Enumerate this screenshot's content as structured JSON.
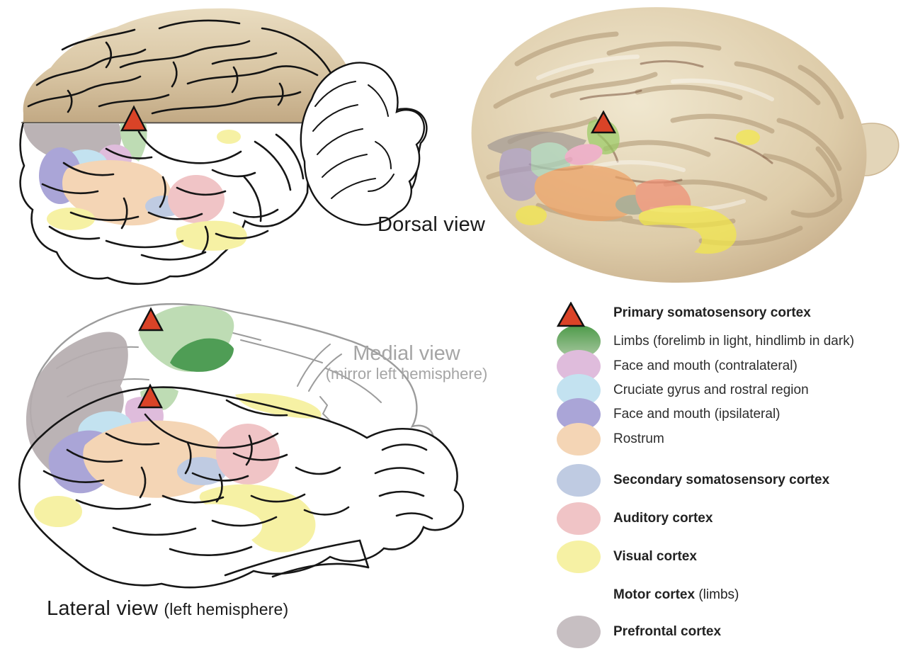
{
  "panels": {
    "dorsal": {
      "label": "Dorsal view"
    },
    "medial": {
      "label": "Medial view",
      "sublabel": "(mirror left hemisphere)"
    },
    "lateral": {
      "label": "Lateral view",
      "sublabel": "(left hemisphere)"
    }
  },
  "legend": {
    "title": "Primary somatosensory cortex",
    "primary_items": [
      {
        "name": "limbs",
        "label": "Limbs (forelimb in light, hindlimb in dark)",
        "color": "#4d9b49",
        "color2": "#a9c8a1"
      },
      {
        "name": "face-mouth-contralateral",
        "label": "Face and mouth (contralateral)",
        "color": "#dfbcdc"
      },
      {
        "name": "cruciate-gyrus",
        "label": "Cruciate gyrus and rostral region",
        "color": "#c3e2f0"
      },
      {
        "name": "face-mouth-ipsilateral",
        "label": "Face and mouth (ipsilateral)",
        "color": "#aaa5d7"
      },
      {
        "name": "rostrum",
        "label": "Rostrum",
        "color": "#f4d5b5"
      }
    ],
    "other_items": [
      {
        "name": "secondary-somatosensory",
        "label": "Secondary somatosensory cortex",
        "color": "#bfcbe2"
      },
      {
        "name": "auditory",
        "label": "Auditory cortex",
        "color": "#f0c4c6"
      },
      {
        "name": "visual",
        "label": "Visual cortex",
        "color": "#f6f1a4"
      },
      {
        "name": "motor",
        "label": "Motor cortex",
        "suffix": " (limbs)",
        "color": "#da4327"
      },
      {
        "name": "prefrontal",
        "label": "Prefrontal cortex",
        "color": "#c7bfc2"
      }
    ]
  },
  "drawing_colors": {
    "limbs_light": "#bedcb4",
    "limbs_dark": "#4f9d55",
    "prefrontal": "#b5acaf"
  },
  "photo_overlays": {
    "prefrontal": "#a39a94",
    "face_mouth_ipsi": "#a79bc5",
    "cruciate": "#a8d4be",
    "limbs": "#9ccb66",
    "face_mouth_contra": "#f0a3cc",
    "rostrum": "#eda266",
    "secondary": "#9aa28c",
    "auditory": "#ef8f74",
    "visual": "#f3e84a"
  }
}
